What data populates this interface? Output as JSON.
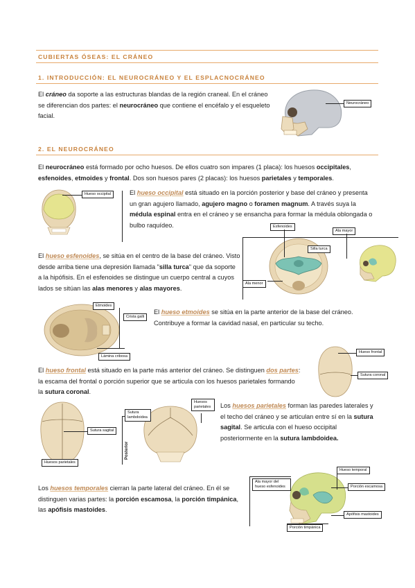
{
  "header": {
    "title": "CUBIERTAS ÓSEAS: EL CRÁNEO"
  },
  "s1": {
    "title": "1. INTRODUCCIÓN: EL NEUROCRÁNEO Y EL ESPLACNOCRÁNEO",
    "t1": "El ",
    "k1": "cráneo",
    "t2": " da soporte a las estructuras blandas de la región craneal. En el cráneo se diferencian dos partes: el ",
    "k2": "neurocráneo",
    "t3": " que contiene el encéfalo y el esqueleto facial.",
    "label": "Neurocráneo"
  },
  "s2": {
    "title": "2. EL NEUROCRÁNEO",
    "intro": {
      "t1": "El ",
      "k1": "neurocráneo",
      "t2": " está formado por ocho huesos. De ellos cuatro son impares (1 placa): los huesos ",
      "k2": "occipitales",
      "t3": ", ",
      "k3": "esfenoides",
      "t4": ", ",
      "k4": "etmoides",
      "t5": " y ",
      "k5": "frontal",
      "t6": ". Dos son huesos pares (2 placas): los huesos ",
      "k6": "parietales",
      "t7": " y ",
      "k7": "temporales",
      "t8": "."
    },
    "occipital": {
      "t1": "El ",
      "k1": "hueso occipital",
      "t2": " está situado en la porción posterior y base del cráneo y presenta un gran agujero llamado, ",
      "k2": "agujero magno",
      "t3": " o ",
      "k3": "foramen magnum",
      "t4": ". A través suya la ",
      "k4": "médula espinal",
      "t5": " entra en el cráneo y se ensancha para formar la médula oblongada o bulbo raquídeo.",
      "label": "Hueso occipital"
    },
    "esfenoides": {
      "t1": "El ",
      "k1": "hueso esfenoides",
      "t2": ", se sitúa en el centro de la base del cráneo. Visto desde arriba tiene una depresión llamada \"",
      "k2": "silla turca",
      "t3": "\" que da soporte a la hipófisis. En el esfenoides se distingue un cuerpo central a cuyos lados se sitúan las ",
      "k3": "alas menores",
      "t4": " y ",
      "k4": "alas mayores",
      "t5": ".",
      "labels": {
        "esfenoides": "Esfenoides",
        "silla": "Silla turca",
        "menor": "Ala menor",
        "mayor": "Ala mayor"
      }
    },
    "etmoides": {
      "t1": "El ",
      "k1": "hueso etmoides",
      "t2": " se sitúa en la parte anterior de la base del cráneo. Contribuye a formar la cavidad nasal, en particular su techo.",
      "labels": {
        "etmoides": "Etmoides",
        "crista": "Crista galli",
        "lamina": "Lámina cribosa"
      }
    },
    "frontal": {
      "t1": "El ",
      "k1": "hueso frontal",
      "t2": " está situado en la parte más anterior del cráneo. Se distinguen ",
      "k2": "dos partes",
      "t3": ": la escama del frontal o porción superior que se articula con los huesos parietales formando la ",
      "k3": "sutura coronal",
      "t4": ".",
      "labels": {
        "frontal": "Hueso frontal",
        "coronal": "Sutura coronal"
      }
    },
    "parietales": {
      "t1": "Los ",
      "k1": "huesos parietales",
      "t2": " forman las paredes laterales y el techo del cráneo y se articulan entre sí en la ",
      "k2": "sutura sagital",
      "t3": ". Se articula con el hueso occipital posteriormente en la ",
      "k3": "sutura lambdoidea.",
      "labels": {
        "sagital": "Sutura sagital",
        "parietales": "Huesos parietales",
        "lambdoidea": "Sutura lambdoidea",
        "huesosp": "Huesos parietales",
        "posterior": "Posterior"
      }
    },
    "temporales": {
      "t1": "Los ",
      "k1": "huesos temporales",
      "t2": " cierran la parte lateral del cráneo. En él se distinguen varias partes: la ",
      "k2": "porción escamosa",
      "t3": ", la ",
      "k3": "porción timpánica",
      "t4": ", las ",
      "k4": "apófisis mastoides",
      "t5": ".",
      "labels": {
        "alamayor": "Ala mayor del hueso esfenoides",
        "temporal": "Hueso temporal",
        "escamosa": "Porción escamosa",
        "mastoides": "Apófisis mastoides",
        "timpanica": "Porción timpánica"
      }
    }
  },
  "colors": {
    "accent": "#c8823c",
    "rule": "#e7a96a",
    "bone": "#e9d7b4",
    "occipital": "#e5e48f",
    "sphenoid": "#7cc3b4",
    "temporal": "#d6e08c",
    "parietal_gray": "#c9ccd2"
  }
}
